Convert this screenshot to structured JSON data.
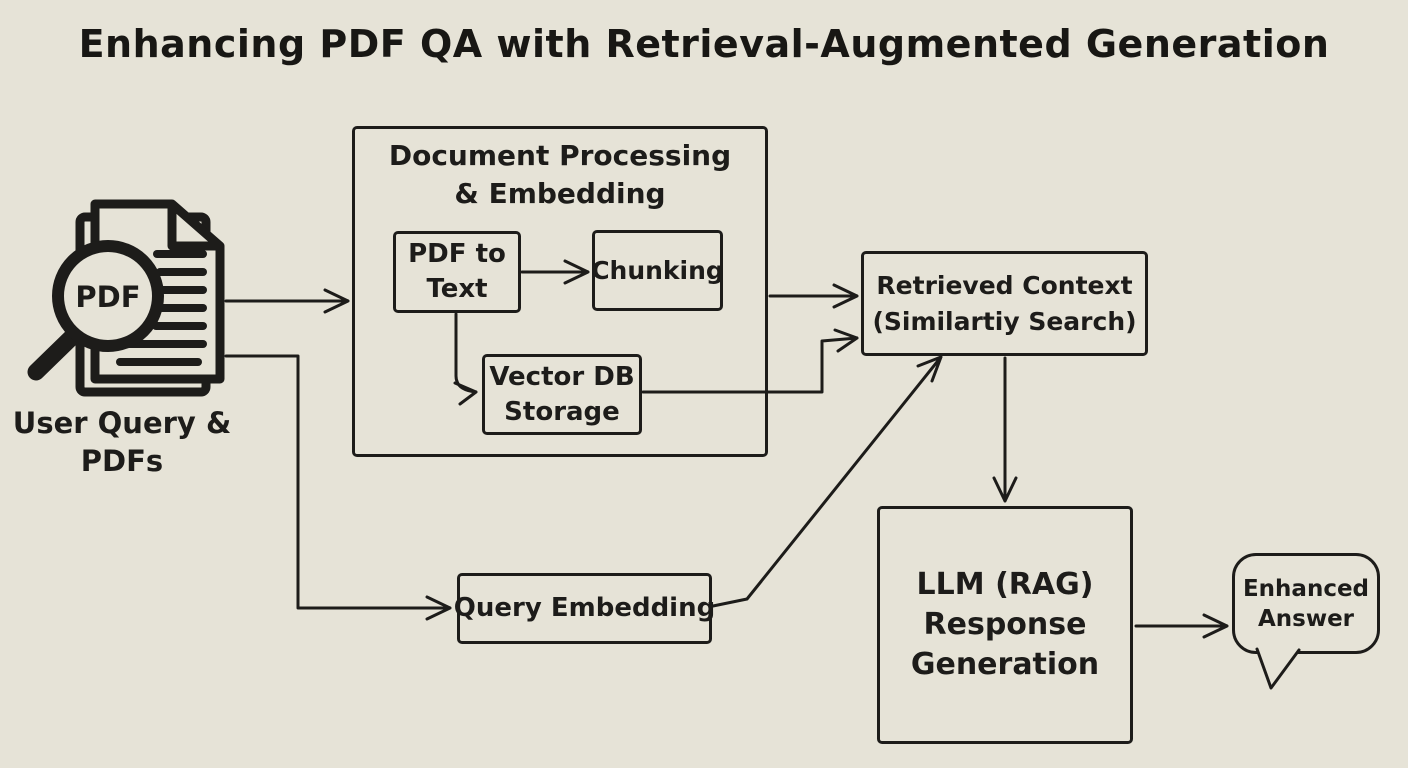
{
  "title": "Enhancing PDF QA with Retrieval-Augmented Generation",
  "colors": {
    "background": "#e6e3d7",
    "ink": "#1d1c1a"
  },
  "nodes": {
    "user_input": {
      "icon": "pdf-document-magnifier-icon",
      "icon_text": "PDF",
      "label_lines": [
        "User Query",
        "& PDFs"
      ]
    },
    "document_processing": {
      "title_lines": [
        "Document Processing",
        "& Embedding"
      ]
    },
    "pdf_to_text": {
      "label_lines": [
        "PDF to",
        "Text"
      ]
    },
    "chunking": {
      "label": "Chunking"
    },
    "vector_db_storage": {
      "label_lines": [
        "Vector DB",
        "Storage"
      ]
    },
    "retrieved_context": {
      "label_lines": [
        "Retrieved Context",
        "(Similartiy Search)"
      ]
    },
    "query_embedding": {
      "label": "Query Embedding"
    },
    "llm_response": {
      "label_lines": [
        "LLM (RAG)",
        "Response",
        "Generation"
      ]
    },
    "enhanced_answer": {
      "label_lines": [
        "Enhanced",
        "Answer"
      ]
    }
  },
  "edges": [
    {
      "from": "user-query-pdfs",
      "to": "document-processing"
    },
    {
      "from": "user-query-pdfs",
      "to": "query-embedding"
    },
    {
      "from": "pdf-to-text",
      "to": "chunking"
    },
    {
      "from": "pdf-to-text",
      "to": "vector-db-storage"
    },
    {
      "from": "document-processing",
      "to": "retrieved-context"
    },
    {
      "from": "vector-db-storage",
      "to": "retrieved-context"
    },
    {
      "from": "query-embedding",
      "to": "retrieved-context"
    },
    {
      "from": "retrieved-context",
      "to": "llm-response-generation"
    },
    {
      "from": "llm-response-generation",
      "to": "enhanced-answer"
    }
  ]
}
